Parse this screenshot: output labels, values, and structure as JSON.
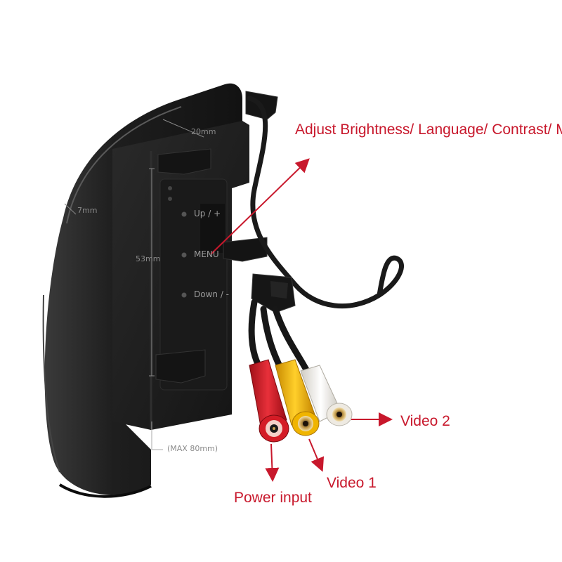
{
  "callouts": {
    "adjust": "Adjust Brightness/ Language/ Contrast/ Mode",
    "video2": "Video 2",
    "video1": "Video 1",
    "power": "Power input"
  },
  "dimensions": {
    "depth_top": "20mm",
    "side": "7mm",
    "height": "53mm",
    "max": "(MAX 80mm)"
  },
  "buttons": {
    "up": "Up / +",
    "menu": "MENU",
    "down": "Down / -"
  },
  "colors": {
    "callout": "#c8182c",
    "body": "#1c1c1c",
    "red_plug": "#d8202a",
    "yellow_plug": "#f2b400",
    "white_plug": "#f2f0ea"
  }
}
